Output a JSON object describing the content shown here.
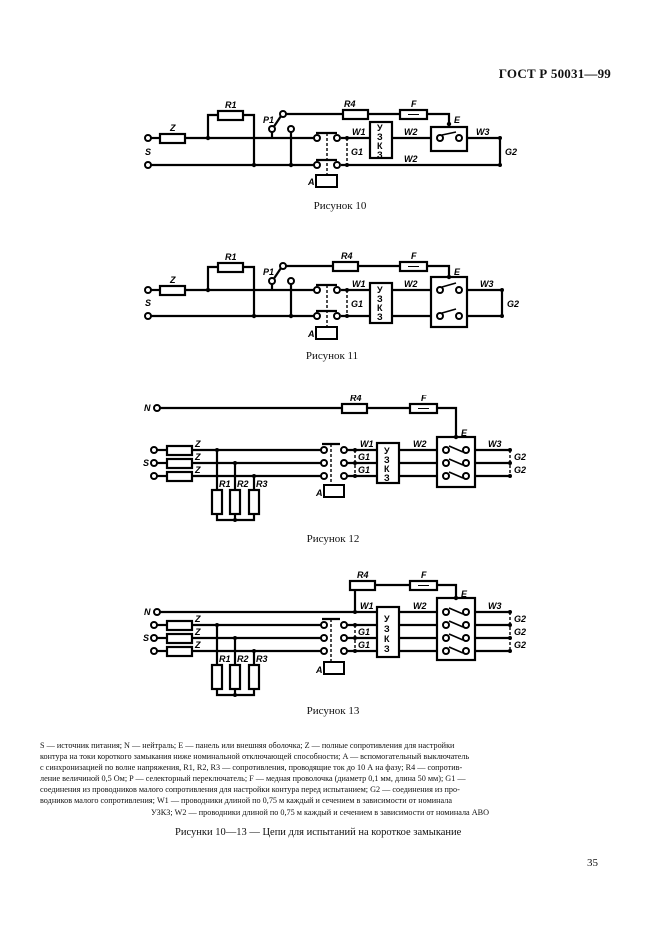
{
  "header": {
    "standard_code": "ГОСТ Р 50031—99"
  },
  "figures": [
    {
      "caption": "Рисунок 10",
      "labels": {
        "z": "Z",
        "r1": "R1",
        "r4": "R4",
        "f": "F",
        "p1": "P1",
        "e": "E",
        "s": "S",
        "w1": "W1",
        "w2": "W2",
        "w2b": "W2",
        "w3": "W3",
        "g1": "G1",
        "g2": "G2",
        "a": "A",
        "uzk": [
          "У",
          "З",
          "К",
          "З"
        ]
      }
    },
    {
      "caption": "Рисунок 11",
      "labels": {
        "z": "Z",
        "r1": "R1",
        "r4": "R4",
        "f": "F",
        "p1": "P1",
        "e": "E",
        "s": "S",
        "w1": "W1",
        "w2": "W2",
        "w3": "W3",
        "g1": "G1",
        "g2": "G2",
        "a": "A",
        "uzk": [
          "У",
          "З",
          "К",
          "З"
        ]
      }
    },
    {
      "caption": "Рисунок 12",
      "labels": {
        "n": "N",
        "s": "S",
        "z": "Z",
        "r1": "R1",
        "r2": "R2",
        "r3": "R3",
        "r4": "R4",
        "f": "F",
        "e": "E",
        "w1": "W1",
        "w2": "W2",
        "w3": "W3",
        "g1": "G1",
        "g2": "G2",
        "a": "A",
        "uzk": [
          "У",
          "З",
          "К",
          "З"
        ]
      }
    },
    {
      "caption": "Рисунок 13",
      "labels": {
        "n": "N",
        "s": "S",
        "z": "Z",
        "r1": "R1",
        "r2": "R2",
        "r3": "R3",
        "r4": "R4",
        "f": "F",
        "e": "E",
        "w1": "W1",
        "w2": "W2",
        "w3": "W3",
        "g1": "G1",
        "g2": "G2",
        "a": "A",
        "uzk": [
          "У",
          "З",
          "К",
          "З"
        ]
      }
    }
  ],
  "legend": {
    "lines": [
      "S — источник питания; N — нейтраль; E — панель или внешняя оболочка; Z — полные сопротивления для настройки",
      "контура на токи короткого замыкания ниже номинальной отключающей способности; A — вспомогательный выключатель",
      "с синхронизацией по волне напряжения, R1, R2, R3 — сопротивления, проводящие ток до 10 А на фазу; R4 — сопротив-",
      "ление величиной 0,5 Ом; P — селекторный переключатель; F — медная проволочка (диаметр 0,1 мм, длина 50 мм); G1 —",
      "соединения из проводников малого сопротивления для настройки контура перед испытанием; G2 — соединения из про-",
      "водников малого сопротивления; W1 — проводники длиной по 0,75 м каждый и сечением в зависимости от номинала"
    ],
    "last_line": "УЗКЗ; W2 — проводники длиной по 0,75 м каждый и сечением в зависимости от номинала АВО"
  },
  "summary_caption": "Рисунки 10—13 — Цепи для испытаний на короткое замыкание",
  "page_number": "35"
}
